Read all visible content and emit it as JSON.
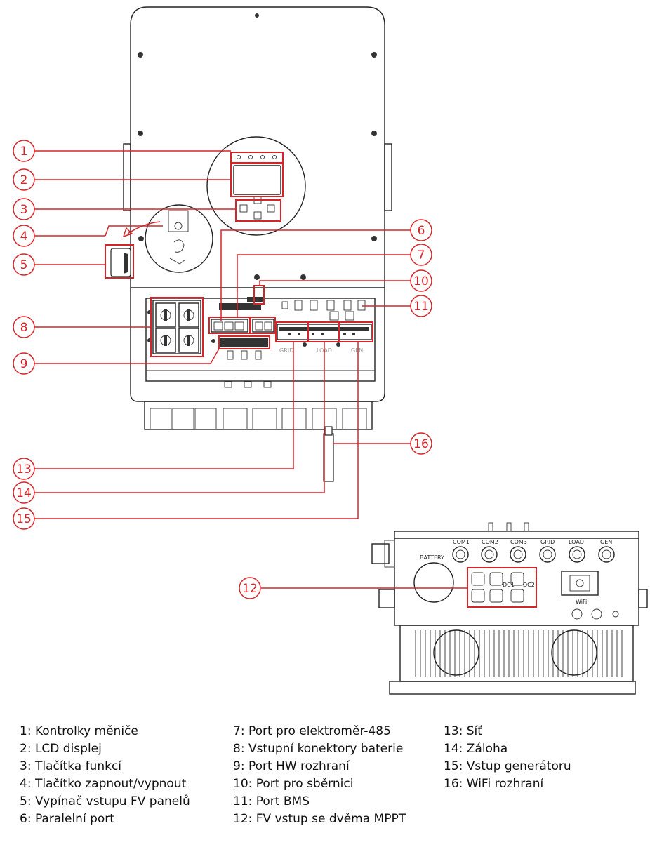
{
  "callouts": [
    {
      "num": "1",
      "label": "1: Kontrolky měniče"
    },
    {
      "num": "2",
      "label": "2: LCD displej"
    },
    {
      "num": "3",
      "label": "3: Tlačítka funkcí"
    },
    {
      "num": "4",
      "label": "4: Tlačítko zapnout/vypnout"
    },
    {
      "num": "5",
      "label": "5: Vypínač vstupu FV panelů"
    },
    {
      "num": "6",
      "label": "6: Paralelní port"
    },
    {
      "num": "7",
      "label": "7: Port pro elektroměr-485"
    },
    {
      "num": "8",
      "label": "8: Vstupní konektory baterie"
    },
    {
      "num": "9",
      "label": "9: Port HW rozhraní"
    },
    {
      "num": "10",
      "label": "10: Port pro sběrnici"
    },
    {
      "num": "11",
      "label": "11: Port BMS"
    },
    {
      "num": "12",
      "label": "12: FV vstup se dvěma MPPT"
    },
    {
      "num": "13",
      "label": "13: Síť"
    },
    {
      "num": "14",
      "label": "14: Záloha"
    },
    {
      "num": "15",
      "label": "15: Vstup generátoru"
    },
    {
      "num": "16",
      "label": "16: WiFi rozhraní"
    }
  ],
  "unit_labels": {
    "grid": "GRID",
    "load": "LOAD",
    "gen": "GEN",
    "battery": "BATTERY",
    "com1": "COM1",
    "com2": "COM2",
    "com3": "COM3",
    "dc1": "DC1",
    "dc2": "DC2",
    "wifi": "WiFi"
  },
  "colors": {
    "accent": "#d4252a",
    "ink": "#222222"
  }
}
